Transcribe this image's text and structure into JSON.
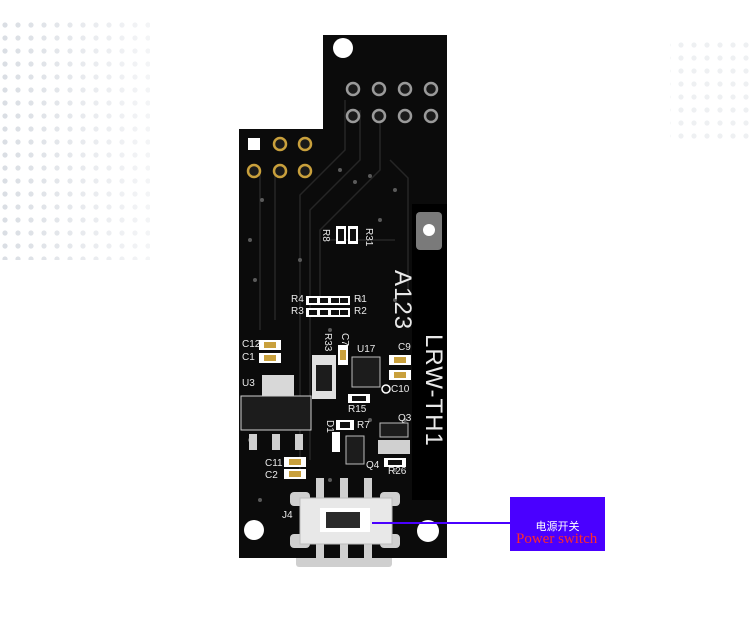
{
  "board": {
    "model_label": "LRW-TH1",
    "code_label": "A123",
    "designators": {
      "r8": "R8",
      "r31": "R31",
      "r4": "R4",
      "r1": "R1",
      "r3": "R3",
      "r2": "R2",
      "c12": "C12",
      "c1": "C1",
      "u3": "U3",
      "r33": "R33",
      "c7": "C7",
      "u17": "U17",
      "c9": "C9",
      "c10": "C10",
      "r15": "R15",
      "d1": "D1",
      "r7": "R7",
      "q3": "Q3",
      "c11": "C11",
      "c2": "C2",
      "q4": "Q4",
      "r26": "R26",
      "j4": "J4"
    }
  },
  "callout": {
    "label_cn": "电源开关",
    "label_en": "Power switch",
    "bg_color": "#4a00ff",
    "en_text_color": "#ff2a2a"
  }
}
